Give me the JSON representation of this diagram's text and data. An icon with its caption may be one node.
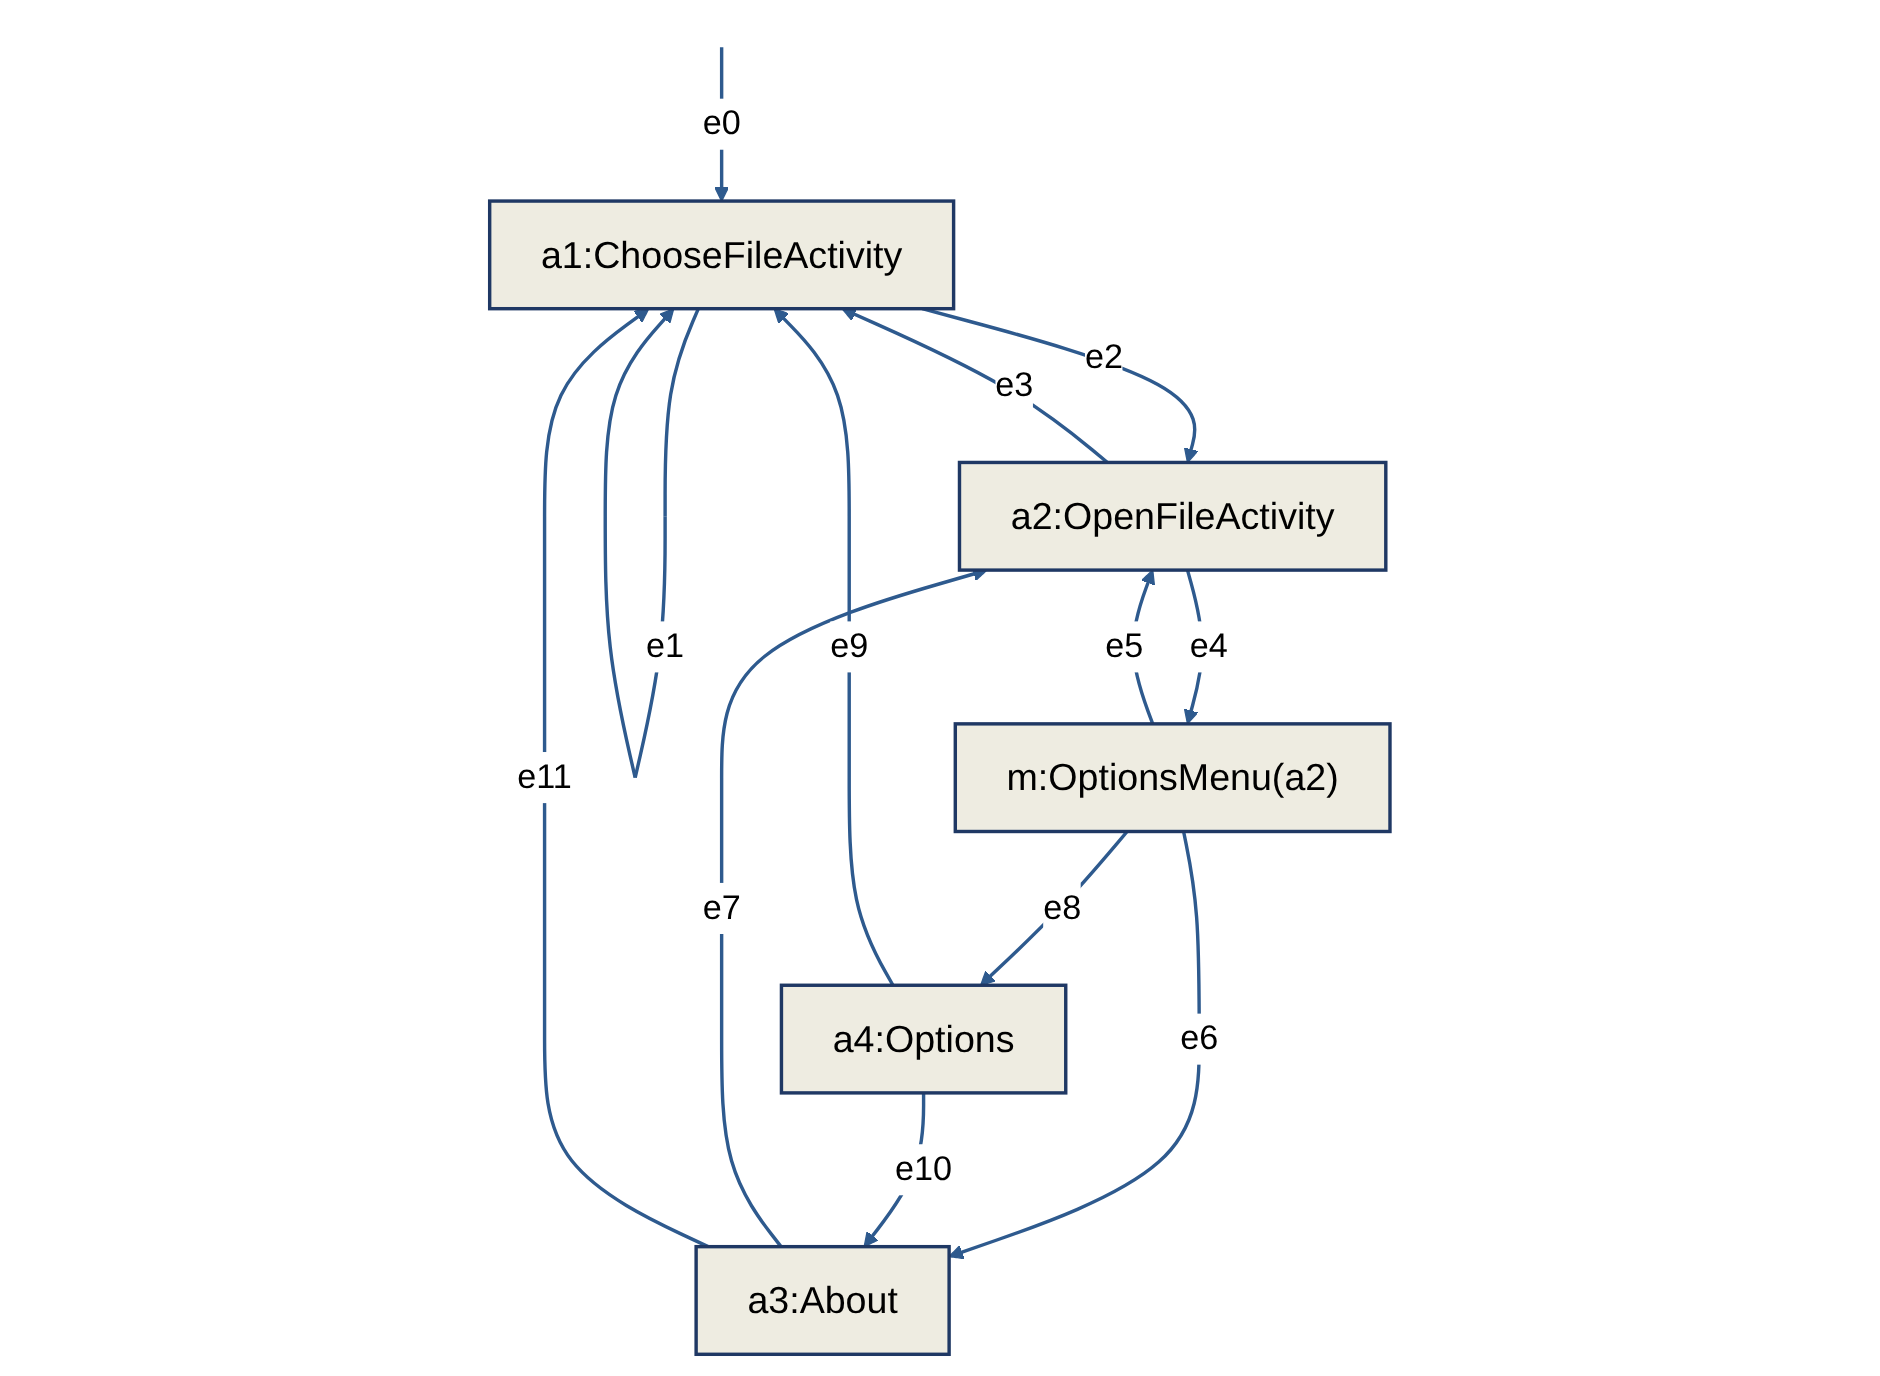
{
  "diagram": {
    "nodes": [
      {
        "text": [
          "a1:ChooseFileActivity"
        ]
      },
      {
        "text": [
          "a2:OpenFileActivity"
        ]
      },
      {
        "text": [
          "m:OptionsMenu(a2)"
        ]
      },
      {
        "text": [
          "a3:About"
        ]
      },
      {
        "text": [
          "a4:Options"
        ]
      }
    ],
    "edges": [
      {
        "from": null,
        "to": 0,
        "arrow": "to",
        "label": "e0"
      },
      {
        "from": 0,
        "to": 0,
        "arrow": "to",
        "label": "e1"
      },
      {
        "from": 0,
        "to": 1,
        "arrow": "to",
        "label": "e2"
      },
      {
        "from": 1,
        "to": 0,
        "arrow": "to",
        "label": "e3"
      },
      {
        "from": 1,
        "to": 2,
        "arrow": "to",
        "label": "e4"
      },
      {
        "from": 2,
        "to": 1,
        "arrow": "to",
        "label": "e5"
      },
      {
        "from": 2,
        "to": 3,
        "arrow": "to",
        "label": "e6"
      },
      {
        "from": 3,
        "to": 1,
        "arrow": "to",
        "label": "e7"
      },
      {
        "from": 2,
        "to": 4,
        "arrow": "to",
        "label": "e8"
      },
      {
        "from": 4,
        "to": 0,
        "arrow": "to",
        "label": "e9"
      },
      {
        "from": 4,
        "to": 3,
        "arrow": "to",
        "label": "e10"
      },
      {
        "from": 3,
        "to": 0,
        "arrow": "to",
        "label": "e11"
      }
    ]
  }
}
